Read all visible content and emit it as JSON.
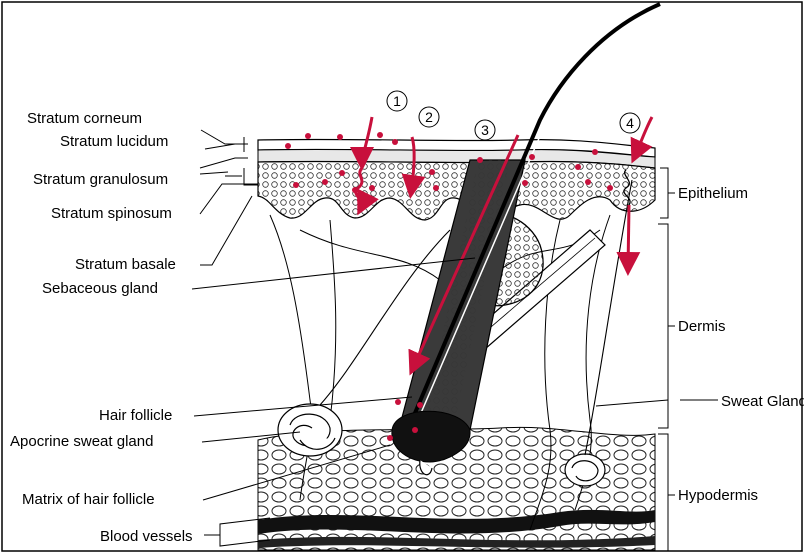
{
  "labels_left": [
    "Stratum corneum",
    "Stratum lucidum",
    "Stratum granulosum",
    "Stratum spinosum",
    "Stratum basale",
    "Sebaceous gland",
    "Hair follicle",
    "Apocrine sweat gland",
    "Matrix of hair follicle",
    "Blood vessels"
  ],
  "labels_right": {
    "epithelium": "Epithelium",
    "dermis": "Dermis",
    "sweat_gland": "Sweat Gland",
    "hypodermis": "Hypodermis"
  },
  "pathway_numbers": [
    "1",
    "2",
    "3",
    "4"
  ],
  "colors": {
    "arrow": "#c8103c",
    "ink": "#000000",
    "border": "#000000",
    "background": "#ffffff"
  }
}
